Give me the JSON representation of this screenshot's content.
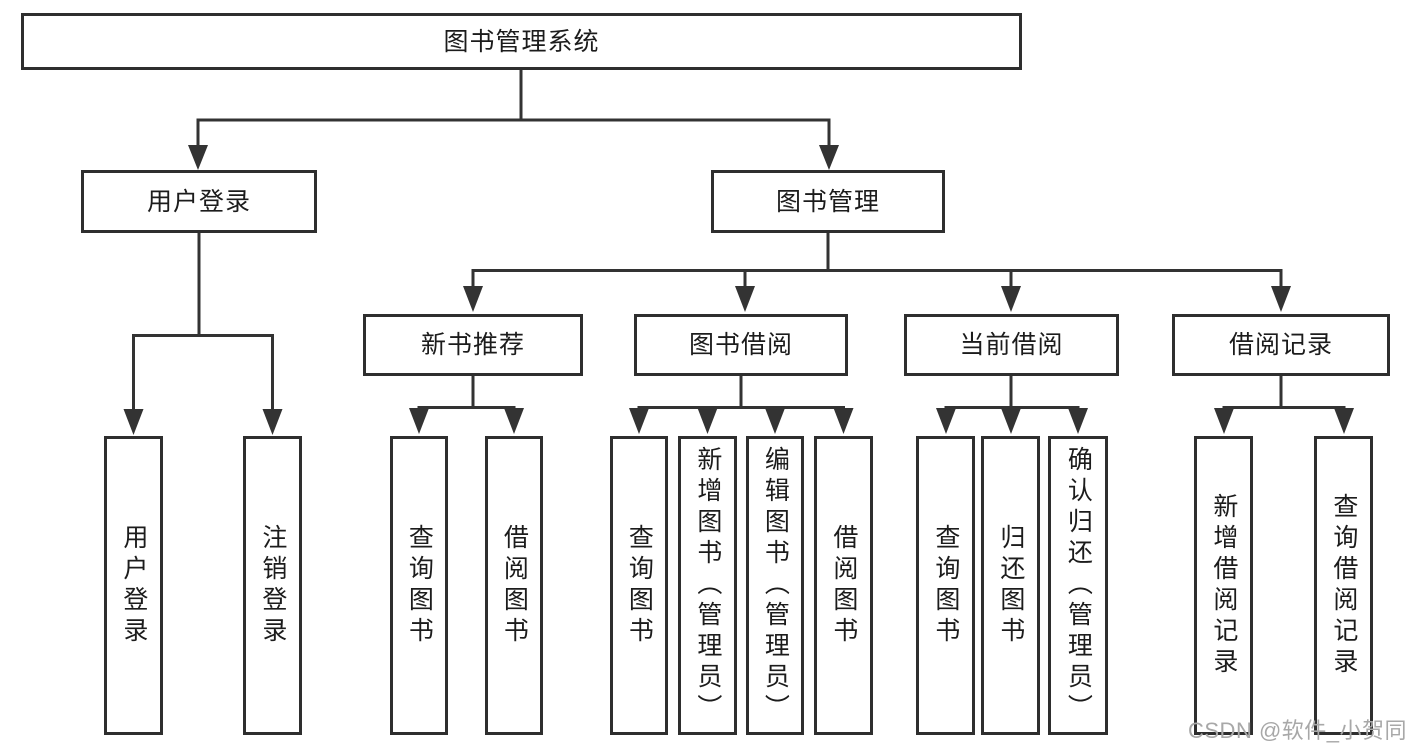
{
  "tree": {
    "root": {
      "label": "图书管理系统"
    },
    "branches": [
      {
        "label": "用户登录",
        "children": [
          {
            "label": "用户登录"
          },
          {
            "label": "注销登录"
          }
        ]
      },
      {
        "label": "图书管理",
        "children": [
          {
            "label": "新书推荐",
            "children": [
              {
                "label": "查询图书"
              },
              {
                "label": "借阅图书"
              }
            ]
          },
          {
            "label": "图书借阅",
            "children": [
              {
                "label": "查询图书"
              },
              {
                "label": "新增图书（管理员）"
              },
              {
                "label": "编辑图书（管理员）"
              },
              {
                "label": "借阅图书"
              }
            ]
          },
          {
            "label": "当前借阅",
            "children": [
              {
                "label": "查询图书"
              },
              {
                "label": "归还图书"
              },
              {
                "label": "确认归还（管理员）"
              }
            ]
          },
          {
            "label": "借阅记录",
            "children": [
              {
                "label": "新增借阅记录"
              },
              {
                "label": "查询借阅记录"
              }
            ]
          }
        ]
      }
    ]
  },
  "watermark": {
    "text": "CSDN @软件_小贺同学"
  },
  "colors": {
    "background": "#ffffff",
    "line": "#333333",
    "box_border": "#2e2e2e",
    "box_fill": "#ffffff",
    "text": "#1c1c1c",
    "watermark_text": "#a8a8a8"
  }
}
